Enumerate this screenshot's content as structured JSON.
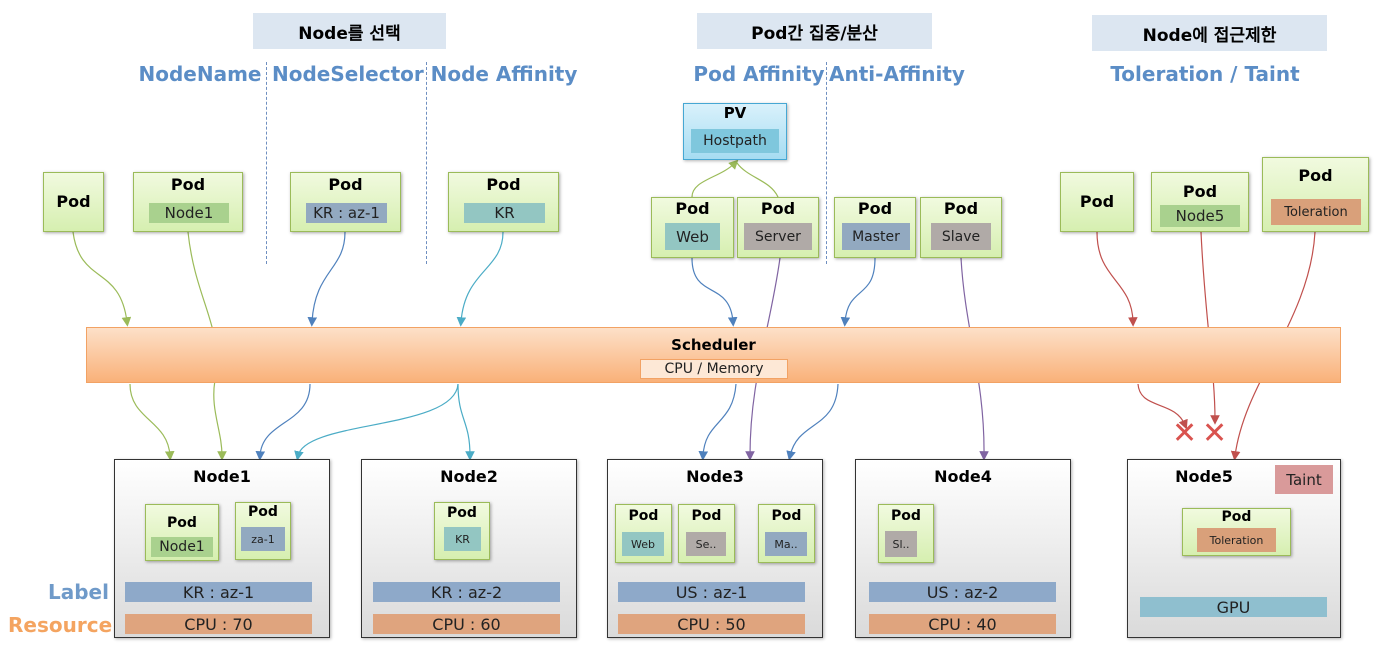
{
  "categories": {
    "node_select": "Node를 선택",
    "pod_grouping": "Pod간 집중/분산",
    "node_restrict": "Node에 접근제한"
  },
  "subtitles": {
    "node_name": "NodeName",
    "node_selector": "NodeSelector",
    "node_affinity": "Node Affinity",
    "pod_affinity": "Pod Affinity",
    "anti_affinity": "Anti-Affinity",
    "toleration_taint": "Toleration / Taint"
  },
  "pods": {
    "p1": {
      "title": "Pod"
    },
    "p2": {
      "title": "Pod",
      "chip": "Node1"
    },
    "p3": {
      "title": "Pod",
      "chip": "KR : az-1"
    },
    "p4": {
      "title": "Pod",
      "chip": "KR"
    },
    "p5": {
      "title": "Pod",
      "chip": "Web"
    },
    "p6": {
      "title": "Pod",
      "chip": "Server"
    },
    "p7": {
      "title": "Pod",
      "chip": "Master"
    },
    "p8": {
      "title": "Pod",
      "chip": "Slave"
    },
    "p9": {
      "title": "Pod"
    },
    "p10": {
      "title": "Pod",
      "chip": "Node5"
    },
    "p11": {
      "title": "Pod",
      "chip": "Toleration"
    }
  },
  "pv": {
    "title": "PV",
    "chip": "Hostpath"
  },
  "scheduler": {
    "title": "Scheduler",
    "chip": "CPU / Memory"
  },
  "side_labels": {
    "label": "Label",
    "resource": "Resource"
  },
  "nodes": {
    "node1": {
      "title": "Node1",
      "label": "KR : az-1",
      "resource": "CPU : 70",
      "pods": [
        {
          "title": "Pod",
          "chip": "Node1"
        },
        {
          "title": "Pod",
          "chip": "za-1"
        }
      ]
    },
    "node2": {
      "title": "Node2",
      "label": "KR : az-2",
      "resource": "CPU : 60",
      "pods": [
        {
          "title": "Pod",
          "chip": "KR"
        }
      ]
    },
    "node3": {
      "title": "Node3",
      "label": "US : az-1",
      "resource": "CPU : 50",
      "pods": [
        {
          "title": "Pod",
          "chip": "Web"
        },
        {
          "title": "Pod",
          "chip": "Se.."
        },
        {
          "title": "Pod",
          "chip": "Ma.."
        }
      ]
    },
    "node4": {
      "title": "Node4",
      "label": "US : az-2",
      "resource": "CPU : 40",
      "pods": [
        {
          "title": "Pod",
          "chip": "Sl.."
        }
      ]
    },
    "node5": {
      "title": "Node5",
      "taint": "Taint",
      "gpu": "GPU",
      "pods": [
        {
          "title": "Pod",
          "chip": "Toleration"
        }
      ]
    }
  },
  "colors": {
    "green_arrow": "#9bbb59",
    "blue_arrow": "#4f81bd",
    "teal_arrow": "#4bacc6",
    "purple_arrow": "#8064a2",
    "red_arrow": "#c0504d",
    "cross": "#d9534f",
    "subtitle": "#5b8dc6",
    "label_text": "#6f9ac9",
    "resource_text": "#f4a460"
  },
  "icons": {
    "rejected": "cross-mark-icon"
  }
}
